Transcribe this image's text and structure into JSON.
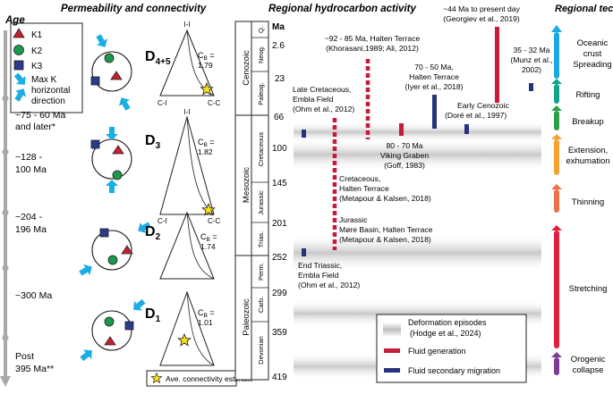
{
  "headers": {
    "age": "Age",
    "permeability": "Permeability and connectivity",
    "regional_activity": "Regional hydrocarbon activity",
    "regional_tectonics": "Regional tectonics***"
  },
  "legend_k": {
    "k1": "K1",
    "k2": "K2",
    "k3": "K3",
    "maxk_line1": "Max K",
    "maxk_line2": "horizontal",
    "maxk_line3": "direction"
  },
  "connectivity_legend": "Ave. connectivity estimate",
  "ages": [
    {
      "line1": "~75 - 60 Ma",
      "line2": "and later*"
    },
    {
      "line1": "~128 -",
      "line2": "100 Ma"
    },
    {
      "line1": "~204 -",
      "line2": "196 Ma"
    },
    {
      "line1": "~300 Ma",
      "line2": ""
    },
    {
      "line1": "Post",
      "line2": "395 Ma**"
    }
  ],
  "stages": [
    {
      "d": "D",
      "sub": "4+5",
      "cb_label": "C",
      "cb_sub": "B",
      "cb_eq": " =",
      "cb_value": "1.79"
    },
    {
      "d": "D",
      "sub": "3",
      "cb_label": "C",
      "cb_sub": "B",
      "cb_eq": " =",
      "cb_value": "1.82"
    },
    {
      "d": "D",
      "sub": "2",
      "cb_label": "C",
      "cb_sub": "B",
      "cb_eq": " =",
      "cb_value": "1.74"
    },
    {
      "d": "D",
      "sub": "1",
      "cb_label": "C",
      "cb_sub": "B",
      "cb_eq": " =",
      "cb_value": "1.01"
    }
  ],
  "ternary_labels": {
    "top": "I-I",
    "left": "C-I",
    "right": "C-C"
  },
  "eras": [
    "Cenozoic",
    "Mesozoic",
    "Paleozoic"
  ],
  "periods": [
    "Q.",
    "Neog.",
    "Paleog.",
    "Cretaceous",
    "Jurassic",
    "Trias.",
    "Perm.",
    "Carb.",
    "Devonian"
  ],
  "ma_header": "Ma",
  "ma_ticks": [
    "2.6",
    "23",
    "66",
    "100",
    "145",
    "201",
    "252",
    "299",
    "359",
    "419"
  ],
  "annotations": [
    {
      "l1": "~92 - 85 Ma, Halten Terrace",
      "l2": "(Khorasani,1989; Ali, 2012)"
    },
    {
      "l1": "~44 Ma to present day",
      "l2": "(Georgiev et al., 2019)"
    },
    {
      "l1": "70 - 50 Ma,",
      "l2": "Halten Terrace",
      "l3": "(Iyer et al., 2018)"
    },
    {
      "l1": "35 - 32 Ma",
      "l2": "(Munz et al.,",
      "l3": "2002)"
    },
    {
      "l1": "Late Cretaceous,",
      "l2": "Embla Field",
      "l3": "(Ohm et al., 2012)"
    },
    {
      "l1": "Early Cenozoic",
      "l2": "(Doré et al., 1997)"
    },
    {
      "l1": "80 - 70 Ma",
      "l2": "Viking Graben",
      "l3": "(Goff, 1983)"
    },
    {
      "l1": "Cretaceous,",
      "l2": "Halten Terrace",
      "l3": "(Metapour & Kalsen, 2018)"
    },
    {
      "l1": "Jurassic",
      "l2": "Møre Basin, Halten Terrace",
      "l3": "(Metapour & Kalsen, 2018)"
    },
    {
      "l1": "End Triassic,",
      "l2": "Embla Field",
      "l3": "(Ohm et al., 2012)"
    }
  ],
  "legend_box": {
    "deformation_line1": "Deformation episodes",
    "deformation_line2": "(Hodge et al., 2024)",
    "fluid_generation": "Fluid generation",
    "fluid_migration": "Fluid secondary migration"
  },
  "tectonics": [
    {
      "l1": "Oceanic",
      "l2": "crust",
      "l3": "Spreading",
      "color": "#1ba9e1"
    },
    {
      "l1": "Rifting",
      "color": "#14a38b"
    },
    {
      "l1": "Breakup",
      "color": "#2e9f47"
    },
    {
      "l1": "Extension,",
      "l2": "exhumation",
      "color": "#f1a232"
    },
    {
      "l1": "Thinning",
      "color": "#ee7045"
    },
    {
      "l1": "Stretching",
      "color": "#e2203e"
    },
    {
      "l1": "Orogenic",
      "l2": "collapse",
      "color": "#7b3c97"
    }
  ],
  "colors": {
    "k1": "#c8202f",
    "k2": "#1a9a4a",
    "k3": "#2a3a8c",
    "arrow": "#1aaee5",
    "fluid_generation": "#c61b3a",
    "fluid_migration": "#27327e",
    "star": "#f7e21a",
    "axis_gray": "#a9a9a9"
  }
}
